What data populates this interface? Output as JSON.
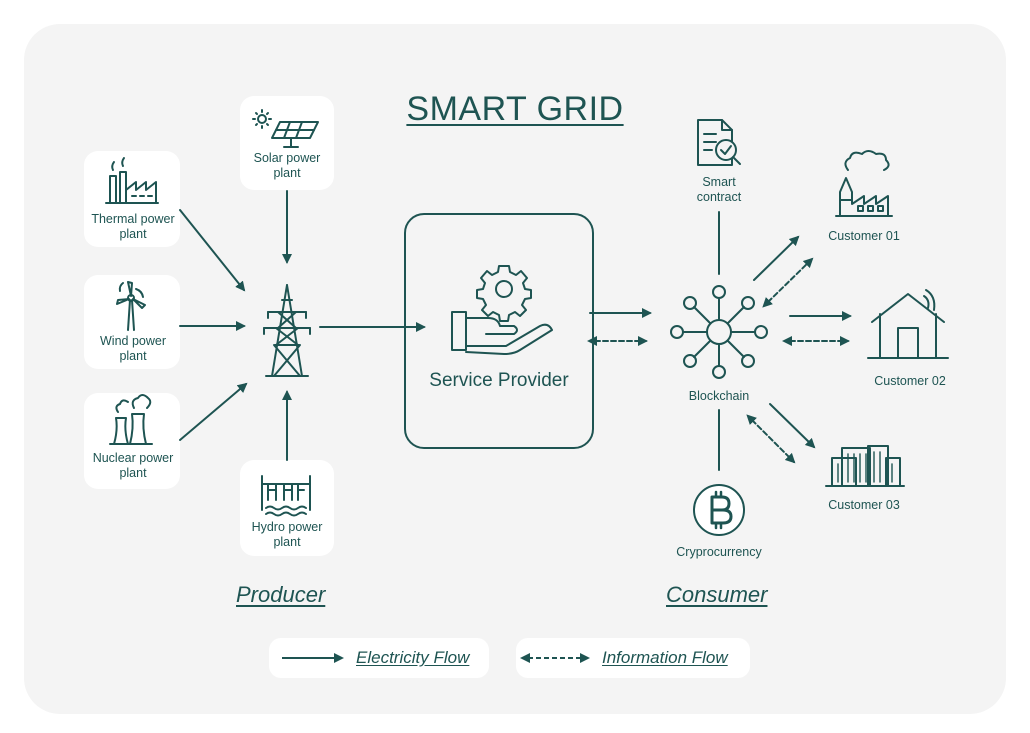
{
  "title": "SMART GRID",
  "producers": {
    "solar": "Solar power plant",
    "thermal": "Thermal power plant",
    "wind": "Wind power plant",
    "nuclear": "Nuclear power plant",
    "hydro": "Hydro power plant"
  },
  "service_provider": "Service Provider",
  "consumer_side": {
    "smart_contract": "Smart contract",
    "blockchain": "Blockchain",
    "cryptocurrency": "Cryprocurrency",
    "customer_01": "Customer 01",
    "customer_02": "Customer 02",
    "customer_03": "Customer 03"
  },
  "sections": {
    "producer": "Producer",
    "consumer": "Consumer"
  },
  "legend": {
    "electricity": "Electricity Flow",
    "information": "Information Flow"
  },
  "colors": {
    "primary": "#1e5452",
    "panel": "#f4f4f4",
    "card": "#ffffff"
  },
  "icons": [
    "solar-panel-icon",
    "factory-icon",
    "wind-turbine-icon",
    "cooling-tower-icon",
    "dam-icon",
    "transmission-tower-icon",
    "gear-hand-icon",
    "contract-document-icon",
    "blockchain-network-icon",
    "bitcoin-icon",
    "industrial-customer-icon",
    "smart-house-icon",
    "office-building-icon"
  ]
}
